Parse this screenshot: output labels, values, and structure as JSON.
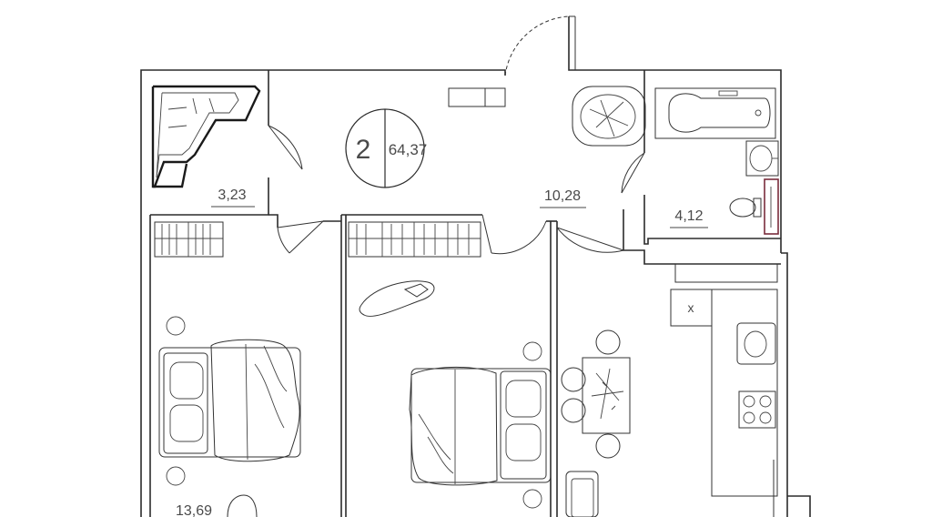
{
  "apartment": {
    "rooms_count": "2",
    "total_area": "64,37"
  },
  "rooms": {
    "storage_area": "3,23",
    "hall_area": "10,28",
    "bathroom_area": "4,12",
    "bedroom_area": "13,69"
  },
  "kitchen": {
    "box_mark": "x"
  },
  "colors": {
    "walls": "#2b2b2b",
    "labels": "#4a4a4a",
    "accent_panel": "#7a2c3c"
  }
}
